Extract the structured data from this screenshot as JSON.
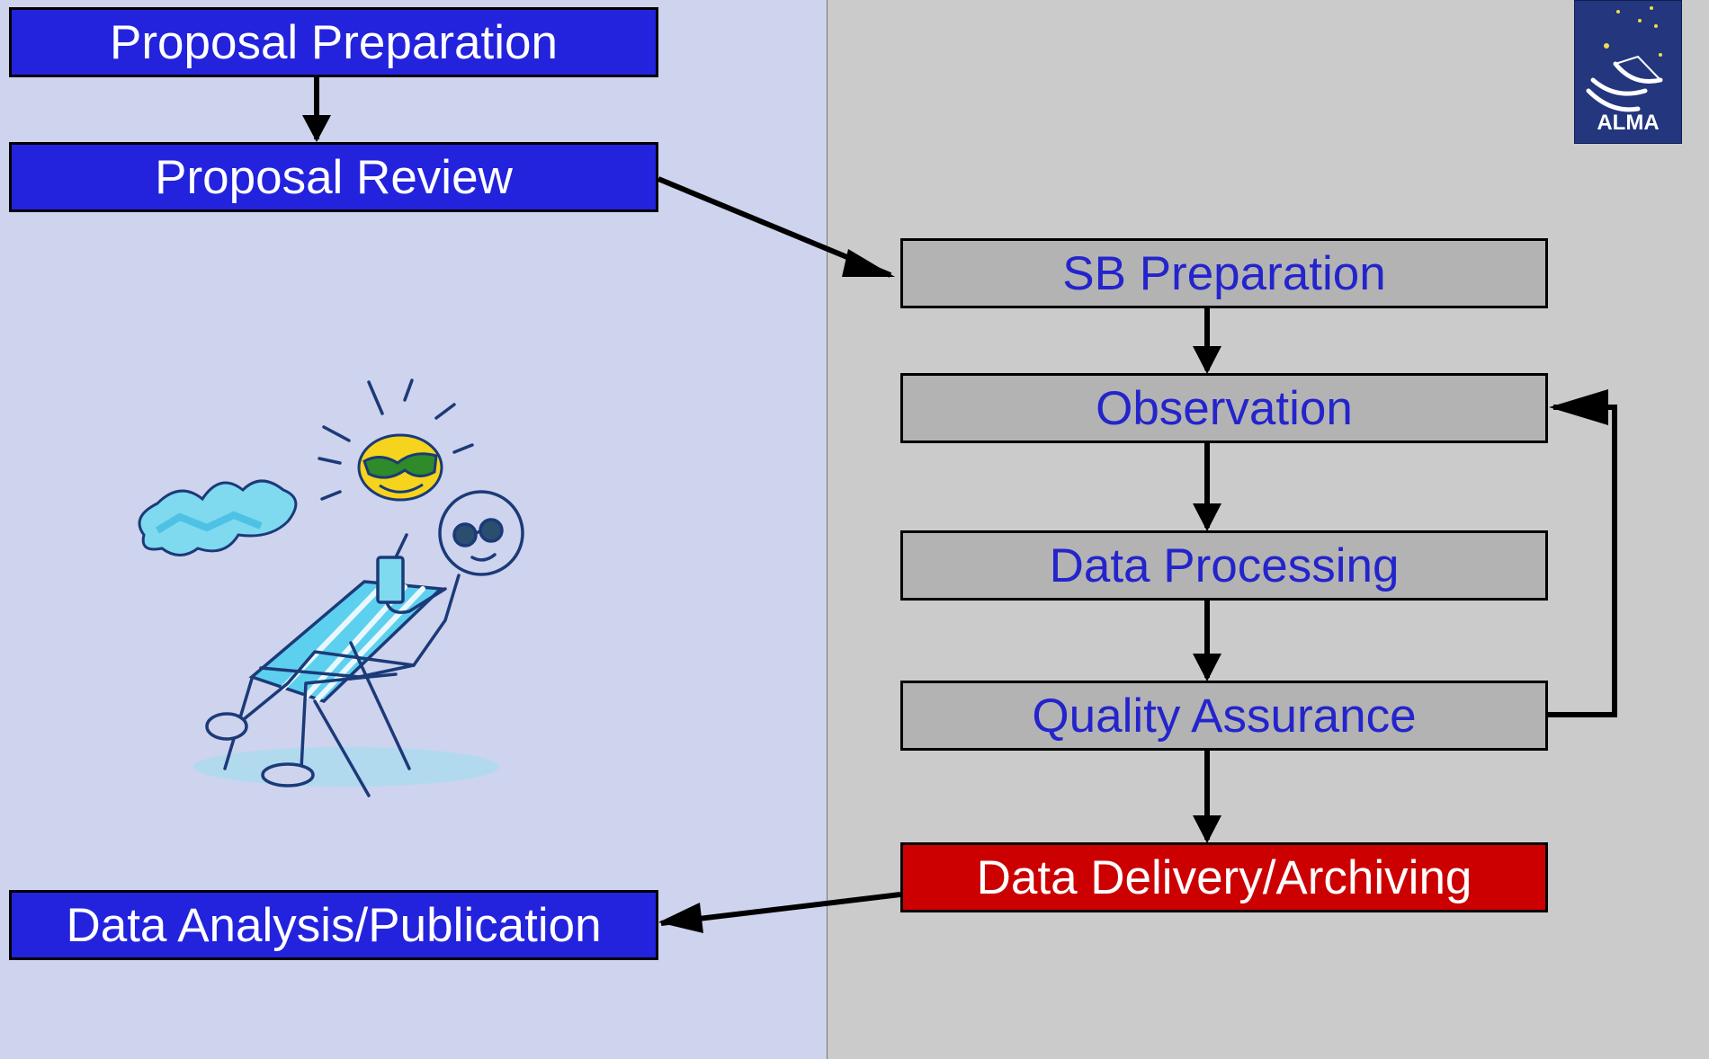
{
  "colors": {
    "left_panel_bg": "#ced3ee",
    "right_panel_bg": "#cbcbcb",
    "blue_box": "#2323dd",
    "gray_box": "#b3b3b3",
    "gray_box_text": "#2424cc",
    "red_box": "#cc0000",
    "box_text_white": "#ffffff",
    "arrow": "#000000",
    "logo_bg": "#23367e"
  },
  "user_steps": {
    "proposal_preparation": "Proposal Preparation",
    "proposal_review": "Proposal Review",
    "data_analysis_publication": "Data Analysis/Publication"
  },
  "observatory_steps": {
    "sb_preparation": "SB Preparation",
    "observation": "Observation",
    "data_processing": "Data Processing",
    "quality_assurance": "Quality Assurance",
    "data_delivery_archiving": "Data Delivery/Archiving"
  },
  "logo": {
    "text": "ALMA",
    "icon": "alma-antenna-icon"
  },
  "illustration": {
    "icon": "relaxing-astronomer-illustration"
  }
}
